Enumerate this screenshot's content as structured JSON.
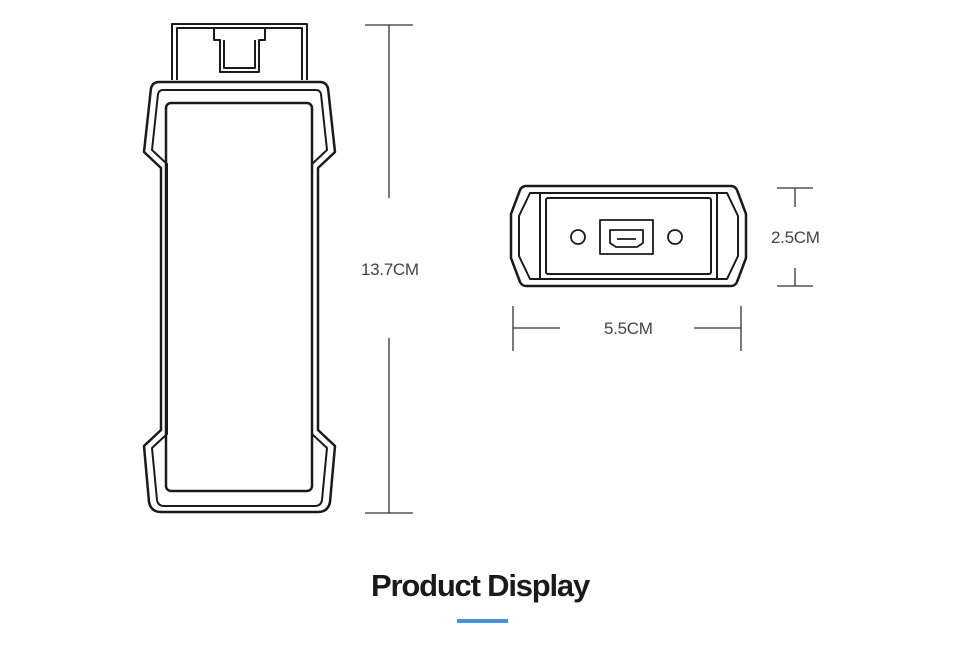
{
  "dimensions": {
    "height": "13.7CM",
    "width": "5.5CM",
    "depth": "2.5CM"
  },
  "section_title": "Product Display",
  "colors": {
    "line": "#1a1a1a",
    "dimension_line": "#333333",
    "accent": "#4a90d9"
  },
  "icons": [
    "usb-port-icon"
  ]
}
